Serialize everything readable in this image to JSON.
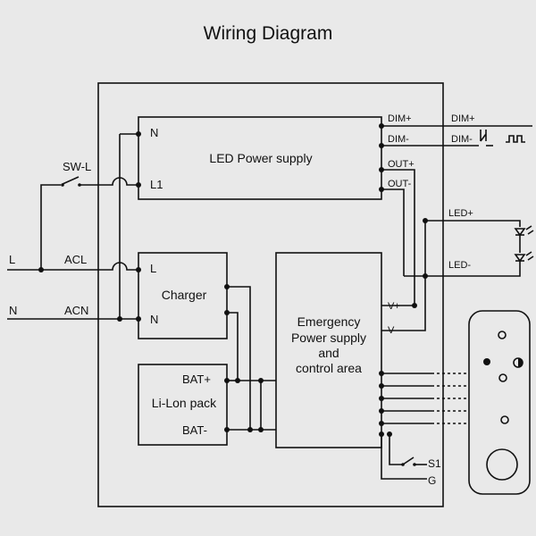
{
  "title": "Wiring Diagram",
  "led_power_supply": {
    "label": "LED Power supply",
    "pin_n": "N",
    "pin_l1": "L1",
    "dim_plus": "DIM+",
    "dim_minus": "DIM-",
    "out_plus": "OUT+",
    "out_minus": "OUT-"
  },
  "charger": {
    "label": "Charger",
    "pin_l": "L",
    "pin_n": "N"
  },
  "battery": {
    "label": "Li-Lon pack",
    "bat_plus": "BAT+",
    "bat_minus": "BAT-"
  },
  "emergency": {
    "line1": "Emergency",
    "line2": "Power supply",
    "line3": "and",
    "line4": "control area",
    "v_plus": "V+",
    "v_minus": "V-"
  },
  "external": {
    "dim_plus": "DIM+",
    "dim_minus": "DIM-",
    "led_plus": "LED+",
    "led_minus": "LED-",
    "sw_l": "SW-L",
    "l": "L",
    "acl": "ACL",
    "n": "N",
    "acn": "ACN",
    "s1": "S1",
    "g": "G"
  }
}
